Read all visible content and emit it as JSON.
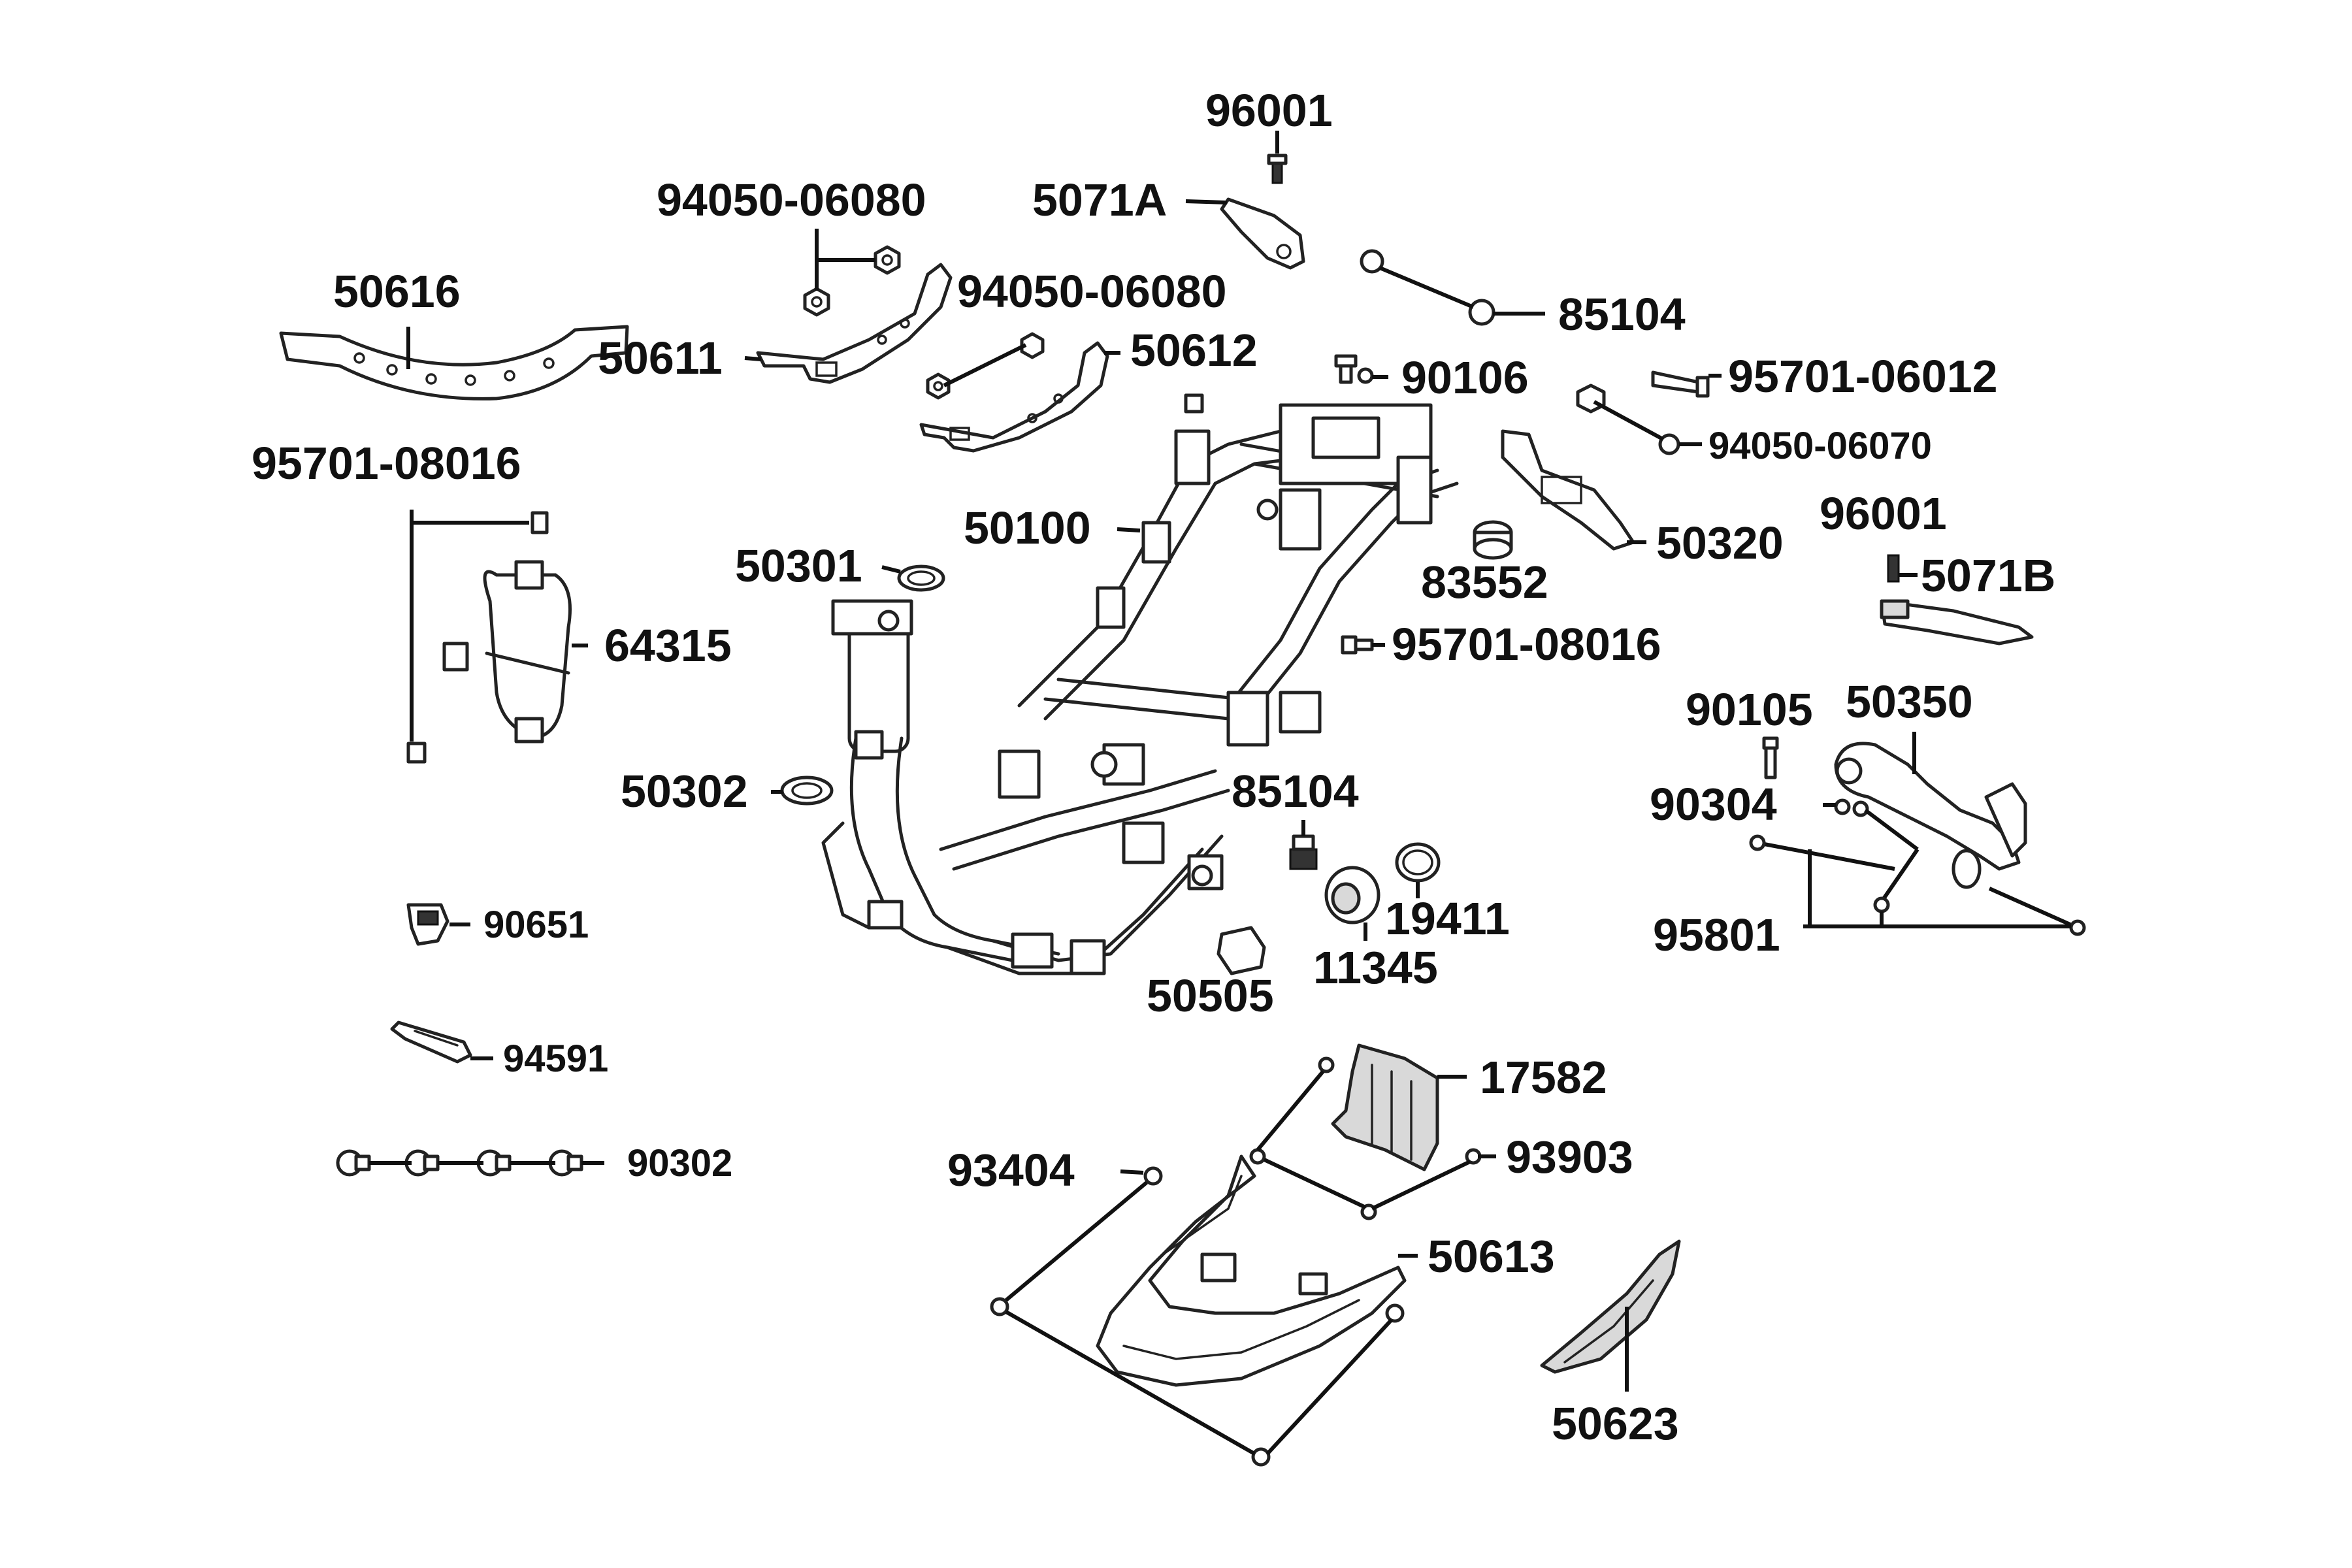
{
  "callouts": {
    "c96001_top": "96001",
    "c5071A": "5071A",
    "c94050_06080_a": "94050-06080",
    "c85104_top": "85104",
    "c50616": "50616",
    "c94050_06080_b": "94050-06080",
    "c50611": "50611",
    "c50612": "50612",
    "c90106": "90106",
    "c95701_06012": "95701-06012",
    "c94050_06070": "94050-06070",
    "c95701_08016_left": "95701-08016",
    "c50100": "50100",
    "c50320": "50320",
    "c96001_right": "96001",
    "c50301": "50301",
    "c83552": "83552",
    "c5071B": "5071B",
    "c64315": "64315",
    "c95701_08016_mid": "95701-08016",
    "c90105": "90105",
    "c50350": "50350",
    "c50302": "50302",
    "c85104_mid": "85104",
    "c90304": "90304",
    "c19411": "19411",
    "c90651": "90651",
    "c95801": "95801",
    "c11345": "11345",
    "c50505": "50505",
    "c94591": "94591",
    "c17582": "17582",
    "c90302": "90302",
    "c93404": "93404",
    "c93903": "93903",
    "c50613": "50613",
    "c50623": "50623"
  }
}
